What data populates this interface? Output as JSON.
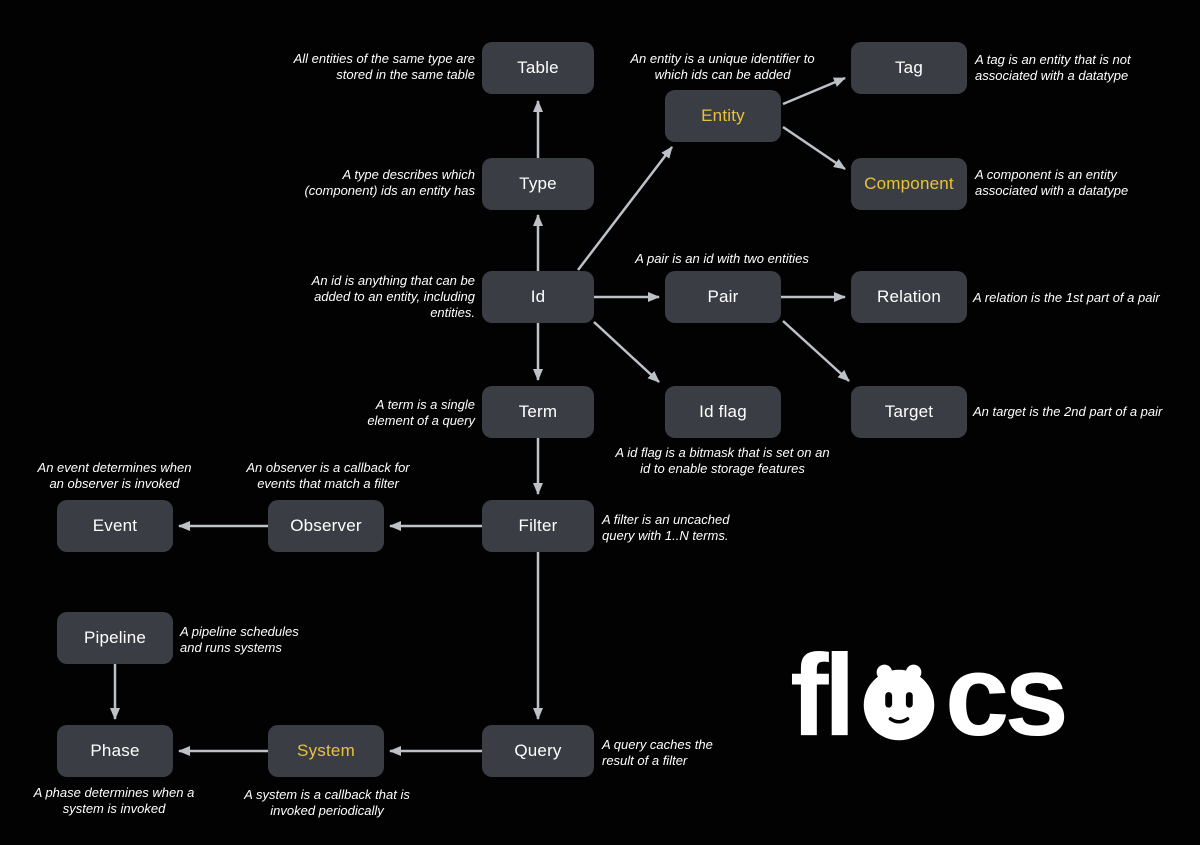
{
  "diagram": {
    "nodes": {
      "table": {
        "label": "Table"
      },
      "entity": {
        "label": "Entity"
      },
      "tag": {
        "label": "Tag"
      },
      "component": {
        "label": "Component"
      },
      "type": {
        "label": "Type"
      },
      "id": {
        "label": "Id"
      },
      "pair": {
        "label": "Pair"
      },
      "relation": {
        "label": "Relation"
      },
      "term": {
        "label": "Term"
      },
      "idflag": {
        "label": "Id flag"
      },
      "target": {
        "label": "Target"
      },
      "filter": {
        "label": "Filter"
      },
      "observer": {
        "label": "Observer"
      },
      "event": {
        "label": "Event"
      },
      "pipeline": {
        "label": "Pipeline"
      },
      "phase": {
        "label": "Phase"
      },
      "system": {
        "label": "System"
      },
      "query": {
        "label": "Query"
      }
    },
    "annotations": {
      "table": "All entities of the same type are stored in the same table",
      "entity": "An entity is a unique identifier to which ids can be added",
      "tag": "A tag is an entity that is not associated with a datatype",
      "component": "A component is an entity associated with a datatype",
      "type": "A type describes which (component) ids an entity has",
      "id": "An id is anything that can be added to an entity, including entities.",
      "pair": "A pair is an id with two entities",
      "relation": "A relation is the 1st part of a pair",
      "term": "A term is  a single element of a query",
      "idflag": "A id flag is a bitmask that is set on an id to enable storage features",
      "target": "An target is the 2nd part of a pair",
      "filter": "A filter is an uncached query with 1..N terms.",
      "observer": "An observer is a callback for events that match a filter",
      "event": "An event determines when an observer is invoked",
      "pipeline": "A pipeline schedules and runs systems",
      "phase": "A phase determines when a system is invoked",
      "system": "A system is a callback that is invoked periodically",
      "query": "A query caches the result of a filter"
    },
    "logo": {
      "left": "fl",
      "right": "cs"
    },
    "colors": {
      "background": "#020202",
      "node_bg": "#3a3d43",
      "node_text": "#ffffff",
      "highlight_text": "#e9c23c",
      "arrow": "#bdc1c8"
    }
  }
}
